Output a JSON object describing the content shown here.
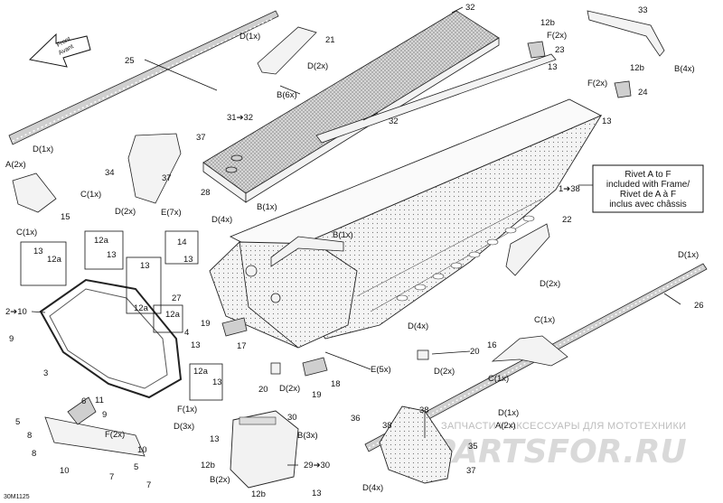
{
  "diagram_code": "30M1125",
  "front_arrow": {
    "line1": "Front",
    "line2": "Avant"
  },
  "rivet_note": {
    "line1": "Rivet A to F",
    "line2": "included with Frame/",
    "line3": "Rivet de A à F",
    "line4": "inclus avec châssis"
  },
  "watermark": {
    "tagline": "ЗАПЧАСТИ И АКСЕССУАРЫ ДЛЯ МОТОТЕХНИКИ",
    "logo": "PARTSFOR.RU"
  },
  "callouts": {
    "c32a": "32",
    "c12b_a": "12b",
    "cF2x_a": "F(2x)",
    "c23": "23",
    "c13_a": "13",
    "c33": "33",
    "cB4x_a": "B(4x)",
    "cD1x_a": "D(1x)",
    "c21": "21",
    "cD2x_a": "D(2x)",
    "c25": "25",
    "cB6x": "B(6x)",
    "c31_32": "31➔32",
    "c32b": "32",
    "c12b_b": "12b",
    "cF2x_b": "F(2x)",
    "c24": "24",
    "c13_b": "13",
    "cD1x_b": "D(1x)",
    "cA2x_a": "A(2x)",
    "c37_a": "37",
    "c34": "34",
    "c37_b": "37",
    "c28": "28",
    "cC1x_a": "C(1x)",
    "cD2x_b": "D(2x)",
    "c15": "15",
    "cC1x_b": "C(1x)",
    "c1_38": "1➔38",
    "cE7x": "E(7x)",
    "cD4x_a": "D(4x)",
    "cB1x_a": "B(1x)",
    "cB1x_b": "B(1x)",
    "c22": "22",
    "c13_c": "13",
    "c12a_a": "12a",
    "c12a_b": "12a",
    "c13_d": "13",
    "c14": "14",
    "c13_e": "13",
    "c13_f": "13",
    "c12a_c": "12a",
    "c27": "27",
    "c2_10": "2➔10",
    "c12a_d": "12a",
    "cD2x_c": "D(2x)",
    "cD1x_c": "D(1x)",
    "c26": "26",
    "c9": "9",
    "c4": "4",
    "c13_g": "13",
    "c19_a": "19",
    "c17": "17",
    "cD4x_b": "D(4x)",
    "c20_a": "20",
    "cC1x_c": "C(1x)",
    "c3": "3",
    "c5_a": "5",
    "c12a_e": "12a",
    "c13_h": "13",
    "cE5x": "E(5x)",
    "cD2x_d": "D(2x)",
    "c16": "16",
    "c20_b": "20",
    "cD2x_e": "D(2x)",
    "c19_b": "19",
    "c18": "18",
    "cC1x_d": "C(1x)",
    "c6": "6",
    "c11": "11",
    "c9_b": "9",
    "cF1x": "F(1x)",
    "cD3x": "D(3x)",
    "c5_b": "5",
    "c8_a": "8",
    "cF2x_c": "F(2x)",
    "c10_a": "10",
    "c8_b": "8",
    "c7_a": "7",
    "c10_b": "10",
    "c7_b": "7",
    "c30": "30",
    "cB3x": "B(3x)",
    "c13_i": "13",
    "c12b_c": "12b",
    "cB2x": "B(2x)",
    "c29_30": "29➔30",
    "c12b_d": "12b",
    "c13_j": "13",
    "c36": "36",
    "c38_a": "38",
    "c38_b": "38",
    "cD1x_d": "D(1x)",
    "cA2x_b": "A(2x)",
    "c35": "35",
    "cD4x_c": "D(4x)",
    "c37_c": "37"
  }
}
